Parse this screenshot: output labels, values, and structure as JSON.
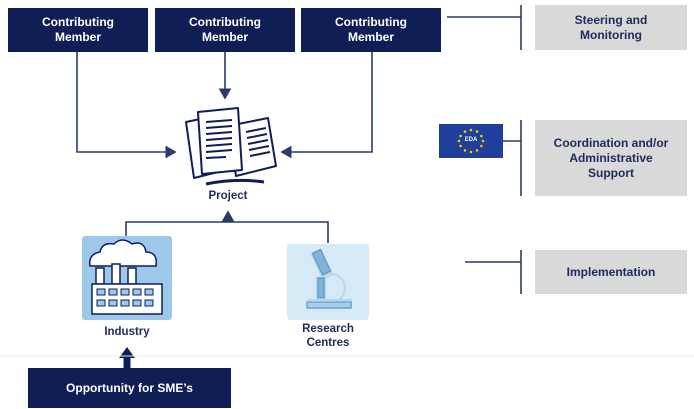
{
  "members": [
    {
      "line1": "Contributing",
      "line2": "Member"
    },
    {
      "line1": "Contributing",
      "line2": "Member"
    },
    {
      "line1": "Contributing",
      "line2": "Member"
    }
  ],
  "project": {
    "label": "Project"
  },
  "industry": {
    "label": "Industry"
  },
  "research": {
    "line1": "Research",
    "line2": "Centres"
  },
  "sme": {
    "label": "Opportunity for SME’s"
  },
  "right_boxes": {
    "steering": {
      "line1": "Steering and",
      "line2": "Monitoring"
    },
    "coordination": {
      "line1": "Coordination and/or",
      "line2": "Administrative",
      "line3": "Support"
    },
    "implementation": {
      "label": "Implementation"
    }
  },
  "eda_flag": {
    "text": "EDA"
  },
  "colors": {
    "navy": "#0f1f55",
    "grey_box": "#d9d9d9",
    "line": "#2b3a6b",
    "icon_blue": "#9cc9ea"
  }
}
